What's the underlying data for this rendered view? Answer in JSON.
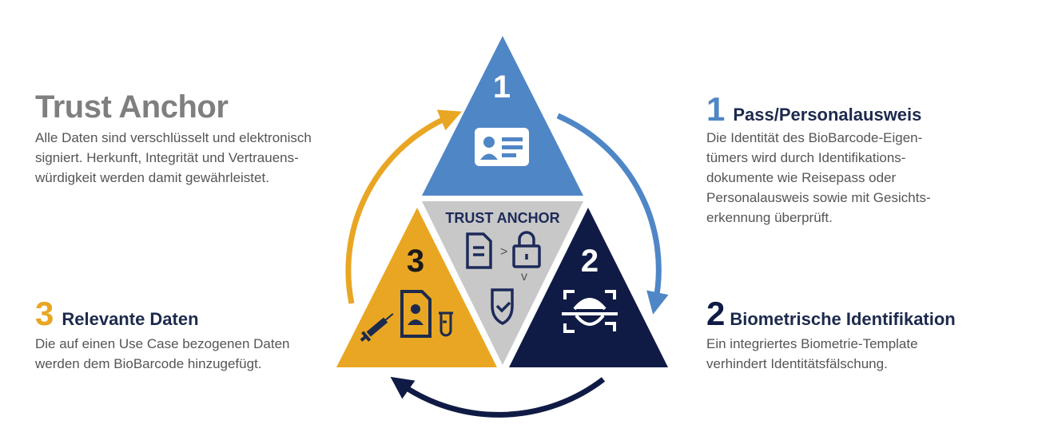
{
  "trust_anchor": {
    "title": "Trust Anchor",
    "lines": [
      "Alle Daten sind verschlüsselt und elektronisch",
      "signiert. Herkunft, Integrität und Vertrauens-",
      "würdigkeit werden damit gewährleistet."
    ]
  },
  "step1": {
    "number": "1",
    "heading": "Pass/Personalausweis",
    "lines": [
      "Die Identität des BioBarcode-Eigen-",
      "tümers wird durch Identifikations-",
      "dokumente wie Reisepass oder",
      "Personalausweis sowie mit Gesichts-",
      "erkennung überprüft."
    ]
  },
  "step2": {
    "number": "2",
    "heading": "Biometrische Identifikation",
    "lines": [
      "Ein integriertes Biometrie-Template",
      "verhindert Identitätsfälschung."
    ]
  },
  "step3": {
    "number": "3",
    "heading": "Relevante Daten",
    "lines": [
      "Die auf einen Use Case bezogenen Daten",
      "werden dem BioBarcode hinzugefügt."
    ]
  },
  "diagram": {
    "top_label": "1",
    "right_label": "2",
    "left_label": "3",
    "center_label": "TRUST ANCHOR",
    "icons": [
      "id-card-icon",
      "face-scan-icon",
      "syringe-icon",
      "patient-document-icon",
      "test-tube-icon",
      "document-icon",
      "padlock-icon",
      "shield-check-icon"
    ]
  },
  "colors": {
    "blue": "#4f86c6",
    "navy": "#0f1b45",
    "orange": "#e9a623",
    "gray": "#c8c8c8",
    "center_text": "#1d2a5a",
    "heading_text": "#1d2a4d",
    "body_text": "#555555",
    "title_gray": "#7f7f7f"
  }
}
